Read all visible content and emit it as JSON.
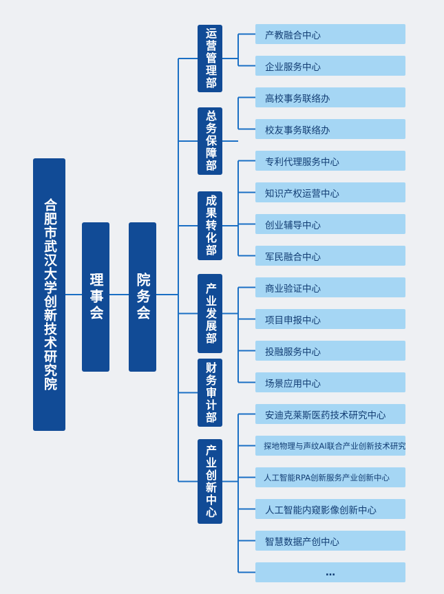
{
  "root": {
    "label": "合肥市武汉大学创新技术研究院"
  },
  "board": {
    "label": "理事会"
  },
  "council": {
    "label": "院务会"
  },
  "departments": [
    {
      "label": "运营管理部",
      "centers": [
        "产教融合中心",
        "企业服务中心"
      ]
    },
    {
      "label": "总务保障部",
      "centers": [
        "高校事务联络办",
        "校友事务联络办"
      ]
    },
    {
      "label": "成果转化部",
      "centers": [
        "专利代理服务中心",
        "知识产权运营中心",
        "创业辅导中心",
        "军民融合中心"
      ]
    },
    {
      "label": "产业发展部",
      "centers": [
        "商业验证中心",
        "项目申报中心",
        "投融服务中心",
        "场景应用中心"
      ]
    },
    {
      "label": "财务审计部",
      "centers": []
    },
    {
      "label": "产业创新中心",
      "centers": [
        "安迪克莱斯医药技术研究中心",
        "探地物理与声纹AI联合产业创新技术研究中心",
        "人工智能RPA创新服务产业创新中心",
        "人工智能内窥影像创新中心",
        "智慧数据产创中心",
        "…"
      ]
    }
  ]
}
